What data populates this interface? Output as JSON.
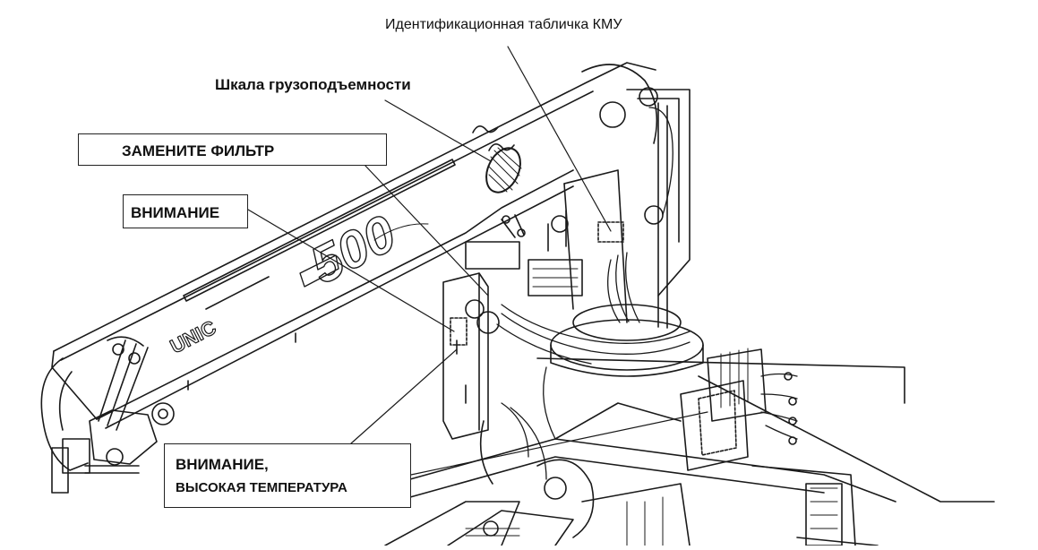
{
  "labels": {
    "identification_plate": "Идентификационная табличка КМУ",
    "load_scale": "Шкала грузоподъемности",
    "replace_filter": "ЗАМЕНИТЕ ФИЛЬТР",
    "attention": "ВНИМАНИЕ",
    "attention_hot_line1": "ВНИМАНИЕ,",
    "attention_hot_line2": "ВЫСОКАЯ ТЕМПЕРАТУРА"
  },
  "boom_text": {
    "brand": "UNIC",
    "model": "500"
  },
  "colors": {
    "line": "#1a1a1a",
    "background": "#ffffff"
  }
}
